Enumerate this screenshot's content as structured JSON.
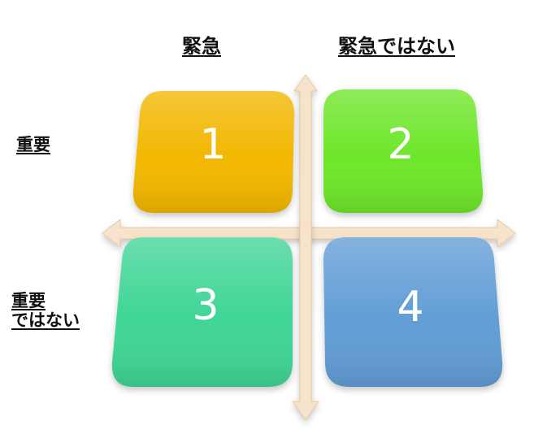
{
  "labels": {
    "urgent": "緊急",
    "not_urgent": "緊急ではない",
    "important": "重要",
    "not_important_line1": "重要",
    "not_important_line2": "ではない"
  },
  "quadrants": [
    {
      "number": "1",
      "color": "#f2b705"
    },
    {
      "number": "2",
      "color": "#6ee62c"
    },
    {
      "number": "3",
      "color": "#3fd596"
    },
    {
      "number": "4",
      "color": "#629dd6"
    }
  ],
  "colors": {
    "arrow": "#f7e3cc",
    "arrow_edge": "#e8c9a3"
  }
}
